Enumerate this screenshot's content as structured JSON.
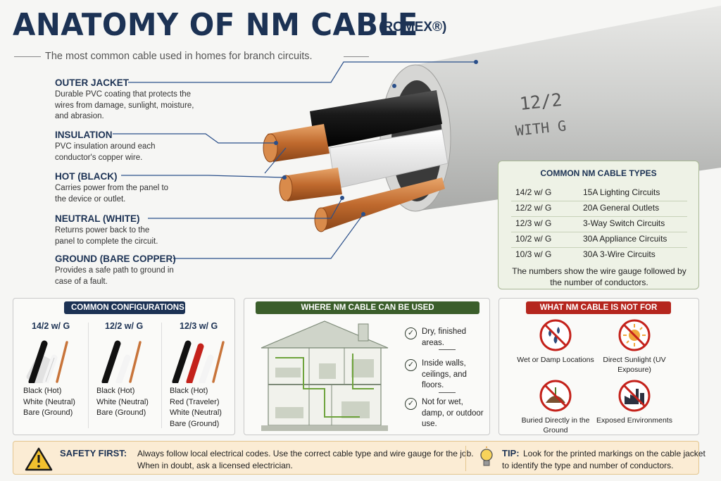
{
  "header": {
    "title": "ANATOMY OF NM CABLE",
    "title_suffix": "(ROMEX®)",
    "subtitle": "The most common cable used in homes for branch circuits."
  },
  "parts": [
    {
      "title": "OUTER JACKET",
      "desc": "Durable PVC coating that protects the wires from damage, sunlight, moisture, and abrasion."
    },
    {
      "title": "INSULATION",
      "desc": "PVC insulation around each conductor's copper wire."
    },
    {
      "title": "HOT (BLACK)",
      "desc": "Carries power from the panel to the device or outlet."
    },
    {
      "title": "NEUTRAL (WHITE)",
      "desc": "Returns power back to the panel to complete the circuit."
    },
    {
      "title": "GROUND (BARE COPPER)",
      "desc": "Provides a safe path to ground in case of a fault."
    }
  ],
  "cable_print": {
    "line1": "12/2",
    "line2": "WITH G"
  },
  "types": {
    "title": "COMMON NM CABLE TYPES",
    "rows": [
      {
        "cable": "14/2 w/ G",
        "use": "15A Lighting Circuits"
      },
      {
        "cable": "12/2 w/ G",
        "use": "20A General Outlets"
      },
      {
        "cable": "12/3 w/ G",
        "use": "3-Way Switch Circuits"
      },
      {
        "cable": "10/2 w/ G",
        "use": "30A Appliance Circuits"
      },
      {
        "cable": "10/3 w/ G",
        "use": "30A 3-Wire Circuits"
      }
    ],
    "note": "The numbers show the wire gauge followed by the number of conductors."
  },
  "configs": {
    "title": "COMMON CONFIGURATIONS",
    "items": [
      {
        "label": "14/2 w/ G",
        "lines": [
          "Black (Hot)",
          "White (Neutral)",
          "Bare (Ground)"
        ]
      },
      {
        "label": "12/2 w/ G",
        "lines": [
          "Black (Hot)",
          "White (Neutral)",
          "Bare (Ground)"
        ]
      },
      {
        "label": "12/3 w/ G",
        "lines": [
          "Black (Hot)",
          "Red (Traveler)",
          "White (Neutral)",
          "Bare (Ground)"
        ]
      }
    ]
  },
  "where": {
    "title": "WHERE NM CABLE CAN BE USED",
    "items": [
      "Dry, finished areas.",
      "Inside walls, ceilings, and floors.",
      "Not for wet, damp, or outdoor use."
    ]
  },
  "not_for": {
    "title": "WHAT NM CABLE IS NOT FOR",
    "items": [
      {
        "label": "Wet or Damp Locations",
        "icon": "water-drops-icon"
      },
      {
        "label": "Direct Sunlight (UV Exposure)",
        "icon": "sun-icon"
      },
      {
        "label": "Buried Directly in the Ground",
        "icon": "soil-icon"
      },
      {
        "label": "Exposed Environments",
        "icon": "factory-icon"
      }
    ]
  },
  "safety": {
    "label": "SAFETY FIRST:",
    "text1": "Always follow local electrical codes. Use the correct cable type and wire gauge for the job.",
    "text2": "When in doubt, ask a licensed electrician.",
    "tip_label": "TIP:",
    "tip1": "Look for the printed markings on the cable jacket",
    "tip2": "to identify the type and number of conductors."
  },
  "colors": {
    "navy": "#1c3254",
    "green": "#3b5e2b",
    "red": "#b5261e",
    "copper": "#c8743a"
  }
}
